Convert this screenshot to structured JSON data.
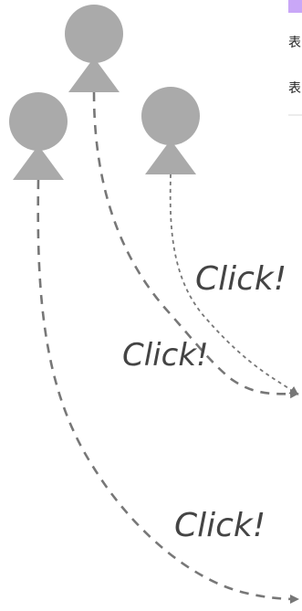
{
  "top_right_panel": {
    "row1_text": "表",
    "row2_text": "表"
  },
  "annotations": {
    "click1": "Click!",
    "click2": "Click!",
    "click3": "Click!"
  },
  "colors": {
    "figure": "#aaaaaa",
    "arrow": "#777777",
    "text": "#444444"
  }
}
